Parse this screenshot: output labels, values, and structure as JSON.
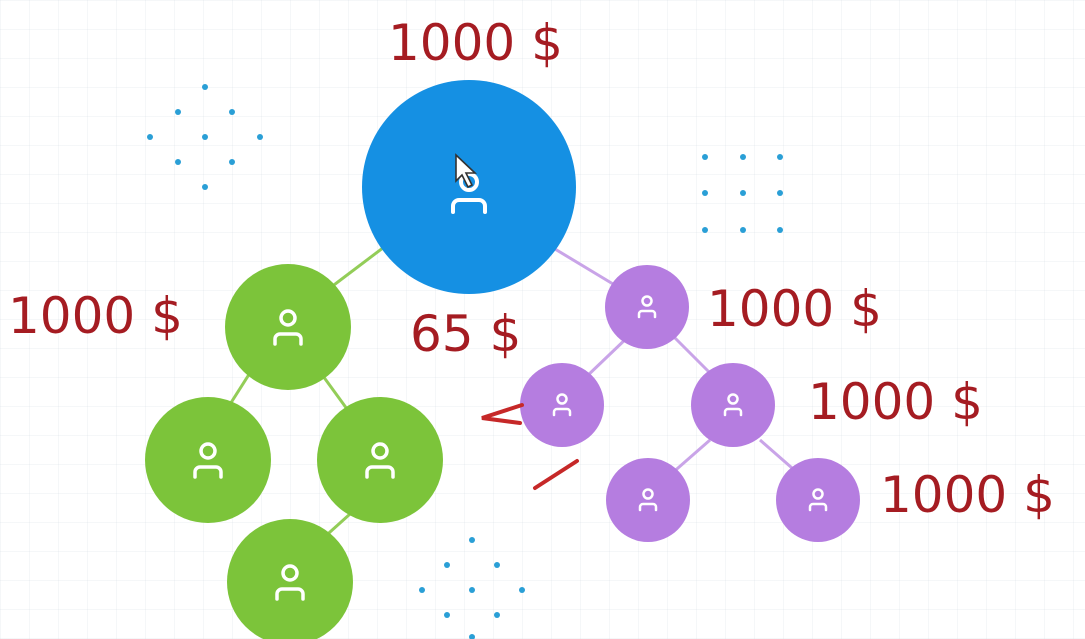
{
  "labels": {
    "top_amount": "1000 $",
    "left_amount": "1000 $",
    "middle_amount": "65 $",
    "right_amount": "1000 $",
    "right_child_amount": "1000 $",
    "bottom_right_amount": "1000 $"
  },
  "nodes": [
    {
      "id": "root",
      "color": "#1590e3",
      "icon": "user-icon"
    },
    {
      "id": "green-a",
      "color": "#7cc43a",
      "icon": "user-icon"
    },
    {
      "id": "green-b",
      "color": "#7cc43a",
      "icon": "user-icon"
    },
    {
      "id": "green-c",
      "color": "#7cc43a",
      "icon": "user-icon"
    },
    {
      "id": "green-d",
      "color": "#7cc43a",
      "icon": "user-icon"
    },
    {
      "id": "purple-a",
      "color": "#b57de0",
      "icon": "user-icon"
    },
    {
      "id": "purple-b",
      "color": "#b57de0",
      "icon": "user-icon"
    },
    {
      "id": "purple-c",
      "color": "#b57de0",
      "icon": "user-icon"
    },
    {
      "id": "purple-d",
      "color": "#b57de0",
      "icon": "user-icon"
    },
    {
      "id": "purple-e",
      "color": "#b57de0",
      "icon": "user-icon"
    }
  ],
  "colors": {
    "root": "#1590e3",
    "green": "#7cc43a",
    "purple": "#b57de0",
    "amount_text": "#a51c22",
    "annotation": "#c62828",
    "dots": "#2a9fd6"
  }
}
